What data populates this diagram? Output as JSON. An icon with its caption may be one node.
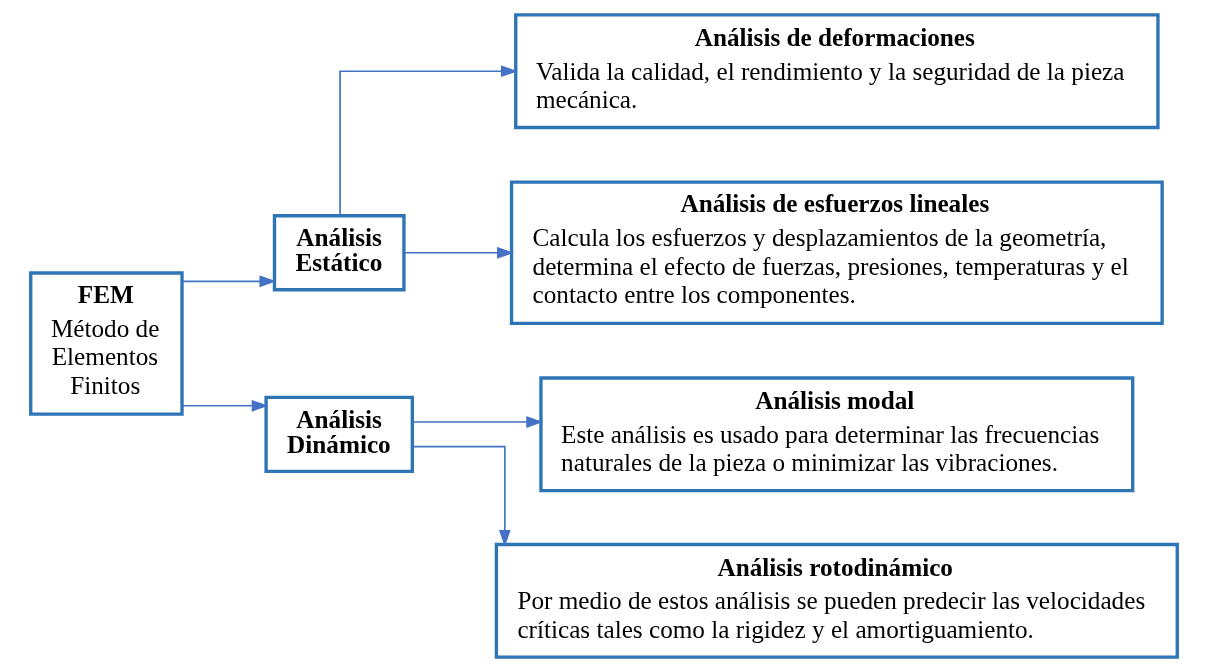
{
  "diagram": {
    "nodes": [
      {
        "text": [
          "FEM",
          "Método de Elementos Finitos"
        ]
      },
      {
        "text": [
          "Análisis Estático"
        ]
      },
      {
        "text": [
          "Análisis Dinámico"
        ]
      },
      {
        "text": [
          "Análisis de deformaciones",
          "Valida la calidad, el rendimiento y la seguridad de la pieza mecánica."
        ]
      },
      {
        "text": [
          "Análisis de esfuerzos lineales",
          "Calcula los esfuerzos y desplazamientos de la geometría, determina el efecto de fuerzas, presiones, temperaturas y el contacto entre los componentes."
        ]
      },
      {
        "text": [
          "Análisis modal",
          "Este análisis es usado para determinar las frecuencias naturales de la pieza o minimizar las vibraciones."
        ]
      },
      {
        "text": [
          "Análisis rotodinámico",
          "Por medio de estos análisis se pueden predecir las velocidades críticas tales como la rigidez y el amortiguamiento."
        ]
      }
    ],
    "edges": [
      {
        "from": 0,
        "to": 1,
        "arrow": "to"
      },
      {
        "from": 0,
        "to": 2,
        "arrow": "to"
      },
      {
        "from": 1,
        "to": 3,
        "arrow": "to"
      },
      {
        "from": 1,
        "to": 4,
        "arrow": "to"
      },
      {
        "from": 2,
        "to": 5,
        "arrow": "to"
      },
      {
        "from": 2,
        "to": 6,
        "arrow": "to"
      }
    ]
  }
}
